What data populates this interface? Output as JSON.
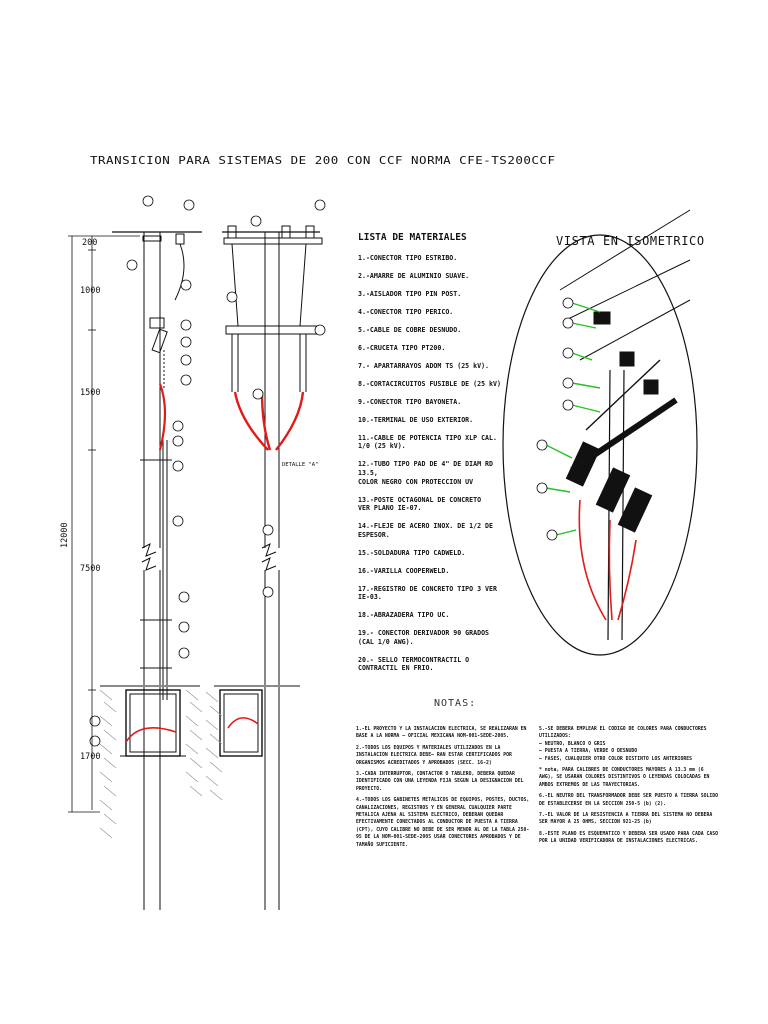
{
  "title": "TRANSICION PARA SISTEMAS DE 200 CON CCF NORMA CFE-TS200CCF",
  "dimensions": {
    "d1": "200",
    "d2": "1000",
    "d3": "1500",
    "d4": "7500",
    "d5": "1700",
    "total": "12000"
  },
  "detail_label": "DETALLE \"A\"",
  "materials": {
    "heading": "LISTA DE MATERIALES",
    "items": [
      "1.-CONECTOR TIPO ESTRIBO.",
      "2.-AMARRE DE ALUMINIO SUAVE.",
      "3.-AISLADOR TIPO PIN POST.",
      "4.-CONECTOR TIPO PERICO.",
      "5.-CABLE DE COBRE DESNUDO.",
      "6.-CRUCETA TIPO PT200.",
      "7.- APARTARRAYOS ADOM TS (25 kV).",
      "8.-CORTACIRCUITOS FUSIBLE DE (25 kV)",
      "9.-CONECTOR TIPO BAYONETA.",
      "10.-TERMINAL DE USO EXTERIOR.",
      "11.-CABLE DE POTENCIA TIPO  XLP CAL.\n1/0 (25 kV).",
      "12.-TUBO TIPO PAD DE 4\" DE DIAM RD 13.5,\nCOLOR NEGRO CON PROTECCION UV",
      "13.-POSTE OCTAGONAL DE CONCRETO\nVER PLANO IE-07.",
      "14.-FLEJE DE ACERO INOX. DE 1/2 DE ESPESOR.",
      "15.-SOLDADURA TIPO CADWELD.",
      "16.-VARILLA COOPERWELD.",
      "17.-REGISTRO DE CONCRETO TIPO 3 VER IE-03.",
      "18.-ABRAZADERA TIPO UC.",
      "19.- CONECTOR DERIVADOR 90 GRADOS\n(CAL 1/0 AWG).",
      "20.- SELLO TERMOCONTRACTIL O\nCONTRACTIL EN FRIO."
    ]
  },
  "isometric_title": "VISTA EN ISOMETRICO",
  "notes": {
    "heading": "NOTAS:",
    "left": [
      "1.-EL PROYECTO Y LA INSTALACION ELECTRICA, SE REALIZARAN EN BASE A LA NORMA — OFICIAL MEXICANA NOM-001-SEDE-2005.",
      "2.-TODOS LOS EQUIPOS Y MATERIALES UTILIZADOS EN LA INSTALACION ELECTRICA DEBE— RAN ESTAR CERTIFICADOS POR ORGANISMOS ACREDITADOS Y APROBADOS (SECC. 16-2)",
      "3.-CADA INTERRUPTOR, CONTACTOR O TABLERO, DEBERA QUEDAR IDENTIFICADO CON UNA LEYENDA FIJA SEGUN LA DESIGNACION DEL PROYECTO.",
      "4.-TODOS LOS GABINETES METALICOS DE EQUIPOS, POSTES, DUCTOS, CANALIZACIONES, REGISTROS Y EN GENERAL CUALQUIER PARTE METALICA AJENA AL SISTEMA ELECTRICO, DEBERAN QUEDAR EFECTIVAMENTE CONECTADOS AL CONDUCTOR DE PUESTA A TIERRA (CPT), CUYO CALIBRE NO DEBE DE SER MENOR AL DE LA TABLA 250-95 DE LA NOM-001-SEDE-2005 USAR CONECTORES APROBADOS Y DE TAMAÑO SUFICIENTE."
    ],
    "right": [
      "5.-SE DEBERA EMPLEAR EL CODIGO DE COLORES PARA CONDUCTORES UTILIZADOS:\n— NEUTRO, BLANCO O GRIS\n— PUESTA A TIERRA, VERDE O DESNUDO\n— FASES, CUALQUIER OTRO COLOR DISTINTO LOS ANTERIORES",
      "* nota, PARA CALIBRES DE CONDUCTORES MAYORES A 13.3 mm (6 AWG), SE USARAN COLORES DISTINTIVOS O LEYENDAS COLOCADAS EN AMBOS EXTREMOS DE LAS TRAYECTORIAS.",
      "6.-EL NEUTRO DEL TRANSFORMADOR DEBE SER PUESTO A TIERRA SOLIDO DE ESTABLECERSE EN LA SECCION 250-5 (b) (2).",
      "7.-EL VALOR DE LA RESISTENCIA A TIERRA DEL SISTEMA NO DEBERA SER MAYOR A 25 OHMS, SECCION 921-25 (b)",
      "8.-ESTE PLANO ES ESQUEMATICO Y DEBERA SER USADO PARA CADA CASO POR LA UNIDAD VERIFICADORA DE INSTALACIONES ELECTRICAS."
    ]
  },
  "colors": {
    "line": "#111111",
    "cable": "#e21a1a",
    "leader": "#22c322",
    "ground": "#8a8a8a"
  }
}
